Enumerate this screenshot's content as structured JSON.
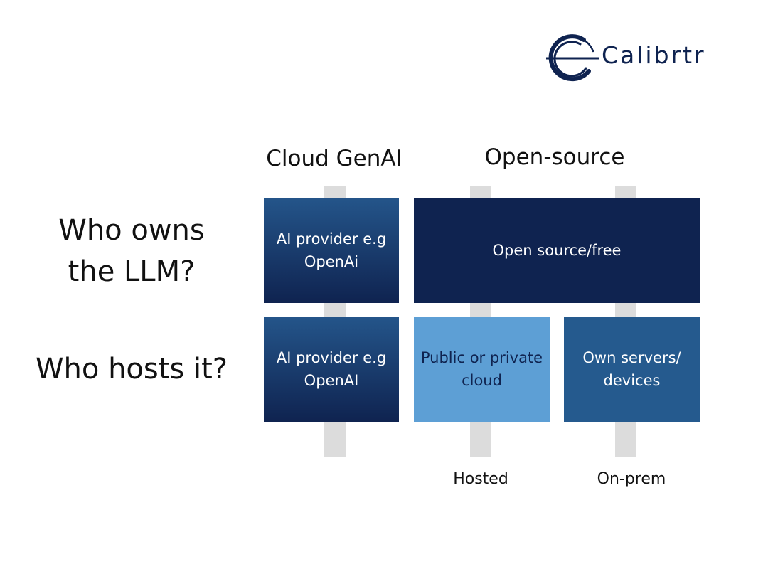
{
  "logo": {
    "brand": "Calibrtr",
    "icon": "calibrtr-ring-icon"
  },
  "columns": {
    "cloud": "Cloud GenAI",
    "open": "Open-source"
  },
  "rows": {
    "owns": "Who owns the LLM?",
    "hosts": "Who hosts it?"
  },
  "cells": {
    "owns_cloud": "AI provider e.g OpenAi",
    "owns_open": "Open source/free",
    "hosts_cloud": "AI provider e.g OpenAI",
    "hosts_hosted": "Public or private cloud",
    "hosts_onprem": "Own servers/ devices"
  },
  "footers": {
    "hosted": "Hosted",
    "onprem": "On-prem"
  },
  "colors": {
    "navy": "#0f2350",
    "mid_blue": "#255a8e",
    "light_blue": "#5d9fd5",
    "rail_gray": "#dcdcdc"
  }
}
